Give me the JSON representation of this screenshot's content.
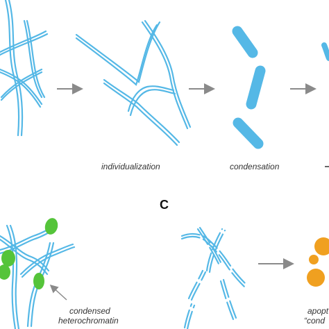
{
  "labels": {
    "individualization": "individualization",
    "condensation": "condensation",
    "panel_c": "C",
    "condensed_heterochromatin_1": "condensed",
    "condensed_heterochromatin_2": "heterochromatin",
    "apoptotic_1": "apopt",
    "apoptotic_2": "“cond"
  },
  "colors": {
    "chromatin": "#55b8e6",
    "condensed_chromosome": "#55b8e6",
    "heterochromatin": "#55c43a",
    "apoptotic_body": "#f0a020",
    "arrow": "#8a8a8a"
  }
}
